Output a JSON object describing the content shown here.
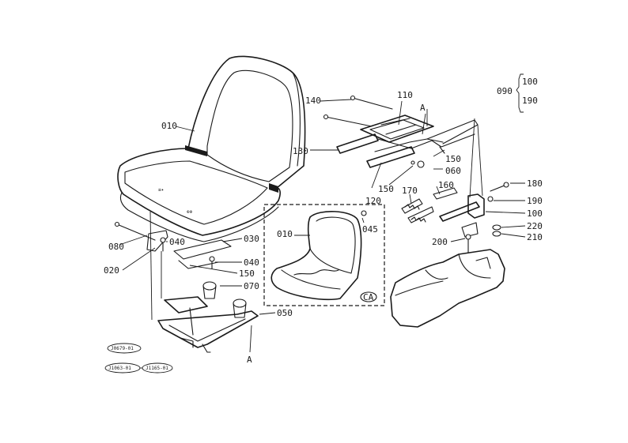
{
  "parts": {
    "p010": "010",
    "p010b": "010",
    "p020": "020",
    "p030": "030",
    "p040a": "040",
    "p040b": "040",
    "p045": "045",
    "p050": "050",
    "p060": "060",
    "p070": "070",
    "p080": "080",
    "p090": "090",
    "p100": "100",
    "p100b": "100",
    "p110": "110",
    "p120": "120",
    "p130": "130",
    "p140": "140",
    "p150a": "150",
    "p150b": "150",
    "p150c": "150",
    "p160": "160",
    "p170": "170",
    "p180": "180",
    "p190": "190",
    "p190b": "190",
    "p200": "200",
    "p210": "210",
    "p220": "220",
    "refA1": "A",
    "refA2": "A",
    "ca": "CA"
  },
  "refs": {
    "r1": "J0679-01",
    "r2": "J1063-01",
    "r3": "J1165-01"
  }
}
